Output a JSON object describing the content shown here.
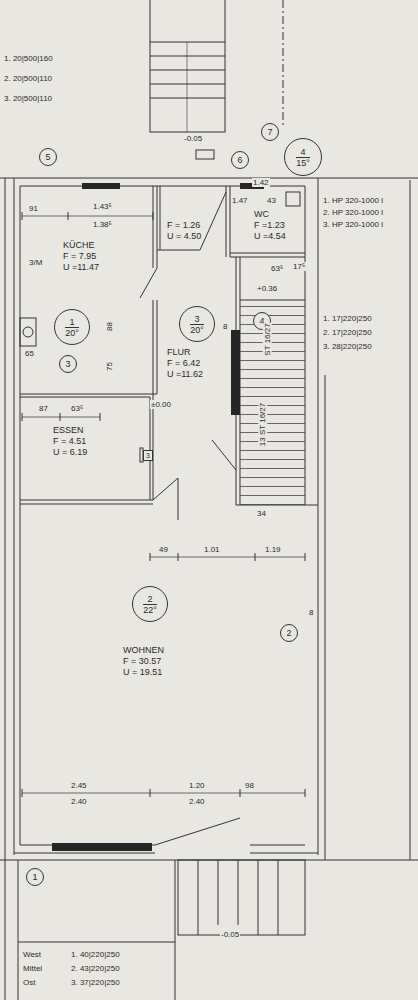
{
  "diagram": {
    "nodes": [
      {
        "text": [
          "5"
        ]
      },
      {
        "text": [
          "6"
        ]
      },
      {
        "text": [
          "7"
        ]
      },
      {
        "text": [
          "4",
          "15°"
        ]
      },
      {
        "text": [
          "KÜCHE",
          "F = 7.95",
          "U =11.47"
        ]
      },
      {
        "text": [
          "F = 1.26",
          "U = 4.50"
        ]
      },
      {
        "text": [
          "WC",
          "F =1.23",
          "U =4.54"
        ]
      },
      {
        "text": [
          "1",
          "20°"
        ],
        "in": 4
      },
      {
        "text": [
          "FLUR",
          "F = 6.42",
          "U =11.62"
        ]
      },
      {
        "text": [
          "3",
          "20°"
        ],
        "in": 8
      },
      {
        "text": [
          "3"
        ]
      },
      {
        "text": [
          "4"
        ]
      },
      {
        "text": [
          "ESSEN",
          "F = 4.51",
          "U = 6.19"
        ]
      },
      {
        "text": [
          "3"
        ]
      },
      {
        "text": [
          "WOHNEN",
          "F = 30.57",
          "U = 19.51"
        ]
      },
      {
        "text": [
          "2",
          "22°"
        ],
        "in": 14
      },
      {
        "text": [
          "2"
        ]
      },
      {
        "text": [
          "1"
        ]
      }
    ],
    "labels": [
      "1. 20|500|160",
      "2. 20|500|110",
      "3. 20|500|110",
      "-0.05",
      "1. HP 320-1000 I",
      "2. HP 320-1000 I",
      "3. HP 320-1000 I",
      "1. 17|220|250",
      "2. 17|220|250",
      "3. 28|220|250",
      "91",
      "1.43⁵",
      "1.38⁵",
      "3/M",
      "65",
      "88",
      "75",
      "87",
      "63⁵",
      "1.42",
      "1.47",
      "43",
      "+0.36",
      "63⁵",
      "17⁵",
      "8",
      "ST 16/27",
      "13 ST 16/27",
      "±0.00",
      "34",
      "49",
      "1.01",
      "1.19",
      "8",
      "2.45",
      "2.40",
      "1.20",
      "98",
      "2.40",
      "-0.05",
      "West",
      "1. 40|220|250",
      "Mittel",
      "2. 43|220|250",
      "Ost",
      "3. 37|220|250"
    ]
  }
}
